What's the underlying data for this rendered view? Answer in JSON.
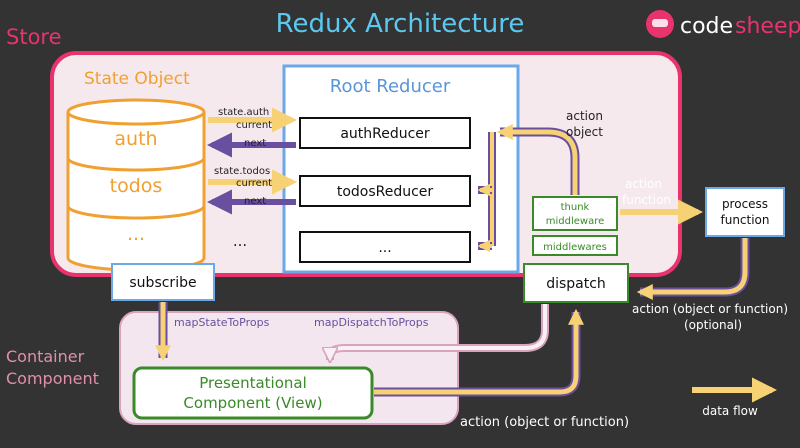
{
  "title": "Redux Architecture",
  "brand": {
    "name_a": "code",
    "name_b": "sheep"
  },
  "colors": {
    "background": "#333333",
    "title": "#5bc8f0",
    "store_label": "#e8336d",
    "store_panel": "#f6e9ee",
    "store_border": "#e8336d",
    "state_label": "#f0a030",
    "reducer_border": "#6aa8e8",
    "reducer_label": "#5a95d6",
    "arrow_yellow": "#f6d275",
    "arrow_purple": "#6a4fa0",
    "green": "#3a8a2a",
    "container_label": "#e090a8",
    "container_panel": "#f4e6ee",
    "brand_pink": "#e8336d"
  },
  "labels": {
    "store": "Store",
    "state_object": "State Object",
    "root_reducer": "Root Reducer",
    "container_line1": "Container",
    "container_line2": "Component",
    "state_auth": "state.auth",
    "current_a": "current",
    "next_a": "next",
    "state_todos": "state.todos",
    "current_b": "current",
    "next_b": "next",
    "ellipsis_mid": "...",
    "action_object_line1": "action",
    "action_object_line2": "object",
    "action_function_line1": "action",
    "action_function_line2": "function",
    "action_optional_line1": "action (object or function)",
    "action_optional_line2": "(optional)",
    "map_state_to_props": "mapStateToProps",
    "map_dispatch_to_props": "mapDispatchToProps",
    "action_bottom": "action (object or function)",
    "data_flow": "data flow"
  },
  "database": {
    "segments": [
      "auth",
      "todos",
      "..."
    ]
  },
  "reducers": [
    "authReducer",
    "todosReducer",
    "..."
  ],
  "boxes": {
    "thunk_line1": "thunk",
    "thunk_line2": "middleware",
    "middlewares": "middlewares",
    "subscribe": "subscribe",
    "dispatch": "dispatch",
    "process_line1": "process",
    "process_line2": "function",
    "view_line1": "Presentational",
    "view_line2": "Component (View)"
  }
}
